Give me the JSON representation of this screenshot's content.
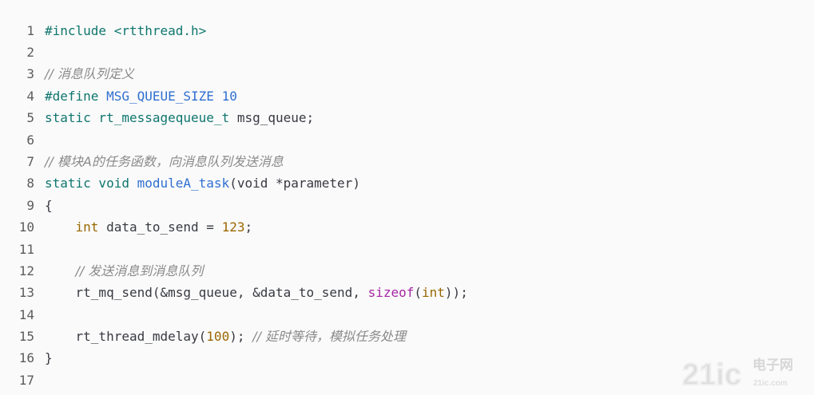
{
  "code": {
    "lines": [
      {
        "number": "1",
        "tokens": [
          {
            "text": "#include ",
            "kind": "preproc"
          },
          {
            "text": "<rtthread.h>",
            "kind": "include"
          }
        ]
      },
      {
        "number": "2",
        "tokens": []
      },
      {
        "number": "3",
        "tokens": [
          {
            "text": "// 消息队列定义",
            "kind": "comment"
          }
        ]
      },
      {
        "number": "4",
        "tokens": [
          {
            "text": "#define ",
            "kind": "preproc"
          },
          {
            "text": "MSG_QUEUE_SIZE",
            "kind": "macro"
          },
          {
            "text": " ",
            "kind": "plain"
          },
          {
            "text": "10",
            "kind": "macro"
          }
        ]
      },
      {
        "number": "5",
        "tokens": [
          {
            "text": "static rt_messagequeue_t ",
            "kind": "keyword"
          },
          {
            "text": "msg_queue;",
            "kind": "plain"
          }
        ]
      },
      {
        "number": "6",
        "tokens": []
      },
      {
        "number": "7",
        "tokens": [
          {
            "text": "// 模块A的任务函数，向消息队列发送消息",
            "kind": "comment"
          }
        ]
      },
      {
        "number": "8",
        "tokens": [
          {
            "text": "static void ",
            "kind": "keyword"
          },
          {
            "text": "moduleA_task",
            "kind": "function"
          },
          {
            "text": "(void *parameter)",
            "kind": "plain"
          }
        ]
      },
      {
        "number": "9",
        "tokens": [
          {
            "text": "{",
            "kind": "plain"
          }
        ]
      },
      {
        "number": "10",
        "tokens": [
          {
            "text": "    ",
            "kind": "plain"
          },
          {
            "text": "int",
            "kind": "type"
          },
          {
            "text": " data_to_send = ",
            "kind": "plain"
          },
          {
            "text": "123",
            "kind": "number"
          },
          {
            "text": ";",
            "kind": "plain"
          }
        ]
      },
      {
        "number": "11",
        "tokens": []
      },
      {
        "number": "12",
        "tokens": [
          {
            "text": "    ",
            "kind": "plain"
          },
          {
            "text": "// 发送消息到消息队列",
            "kind": "comment"
          }
        ]
      },
      {
        "number": "13",
        "tokens": [
          {
            "text": "    rt_mq_send(&msg_queue, &data_to_send, ",
            "kind": "plain"
          },
          {
            "text": "sizeof",
            "kind": "builtin"
          },
          {
            "text": "(",
            "kind": "plain"
          },
          {
            "text": "int",
            "kind": "type"
          },
          {
            "text": "));",
            "kind": "plain"
          }
        ]
      },
      {
        "number": "14",
        "tokens": []
      },
      {
        "number": "15",
        "tokens": [
          {
            "text": "    rt_thread_mdelay(",
            "kind": "plain"
          },
          {
            "text": "100",
            "kind": "number"
          },
          {
            "text": "); ",
            "kind": "plain"
          },
          {
            "text": "// 延时等待，模拟任务处理",
            "kind": "comment"
          }
        ]
      },
      {
        "number": "16",
        "tokens": [
          {
            "text": "}",
            "kind": "plain"
          }
        ]
      },
      {
        "number": "17",
        "tokens": []
      }
    ]
  },
  "watermark": {
    "primary": "21ic",
    "secondary": "电子网",
    "url": "21ic.com"
  },
  "colors": {
    "background": "#fafafa",
    "line_number": "#5c5c5c",
    "plain": "#383a42",
    "keyword": "#0f766e",
    "function": "#2f6fd1",
    "number": "#9a6700",
    "comment": "#8a8a8a",
    "builtin": "#a626a4",
    "type": "#986801"
  }
}
